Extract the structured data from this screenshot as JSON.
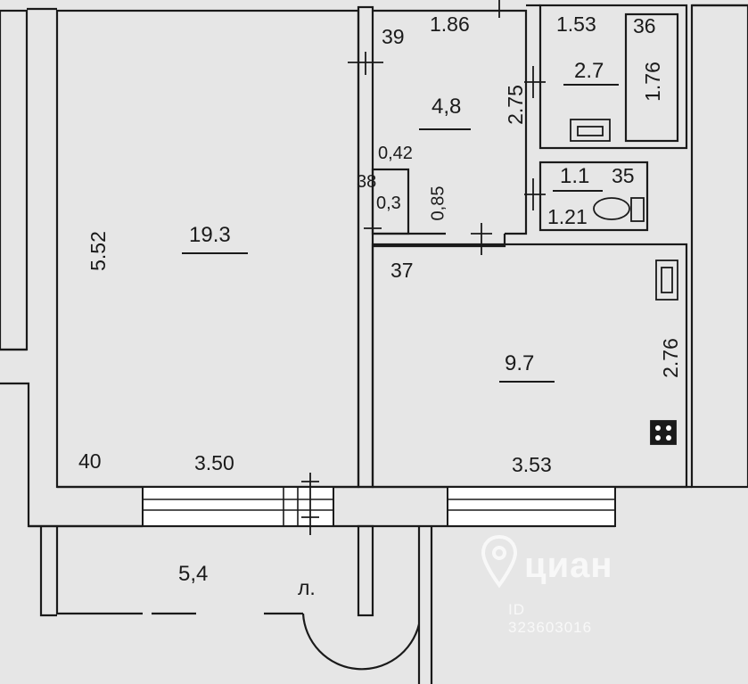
{
  "rooms": {
    "living_room": {
      "area": "19.3",
      "height_dim": "5.52",
      "width_dim": "3.50",
      "wall_mark": "40"
    },
    "corridor": {
      "area": "4,8",
      "top_dim": "1.86",
      "top_mark": "39",
      "side_dim": "2.75"
    },
    "bathroom": {
      "area": "2.7",
      "width_dim": "1.53",
      "mark": "36",
      "tub_dim": "1.76"
    },
    "toilet": {
      "area": "1.1",
      "mark": "35",
      "width_dim": "1.21"
    },
    "kitchen": {
      "area": "9.7",
      "mark": "37",
      "height_dim": "2.76",
      "width_dim": "3.53"
    },
    "closet": {
      "top_dim": "0,42",
      "mark": "38",
      "width_dim": "0,3",
      "depth_dim": "0,85"
    },
    "loggia": {
      "area": "5,4",
      "abbr": "л."
    }
  },
  "watermark": {
    "brand": "циан",
    "id": "ID 323603016",
    "color": "#ffffff"
  },
  "colors": {
    "paper": "#e6e6e6",
    "wall": "#1a1a1a",
    "window_fill": "#ffffff"
  },
  "icons": [
    "location-pin-icon",
    "bathtub-icon",
    "sink-icon",
    "toilet-icon",
    "kitchen-sink-icon",
    "stove-icon"
  ]
}
